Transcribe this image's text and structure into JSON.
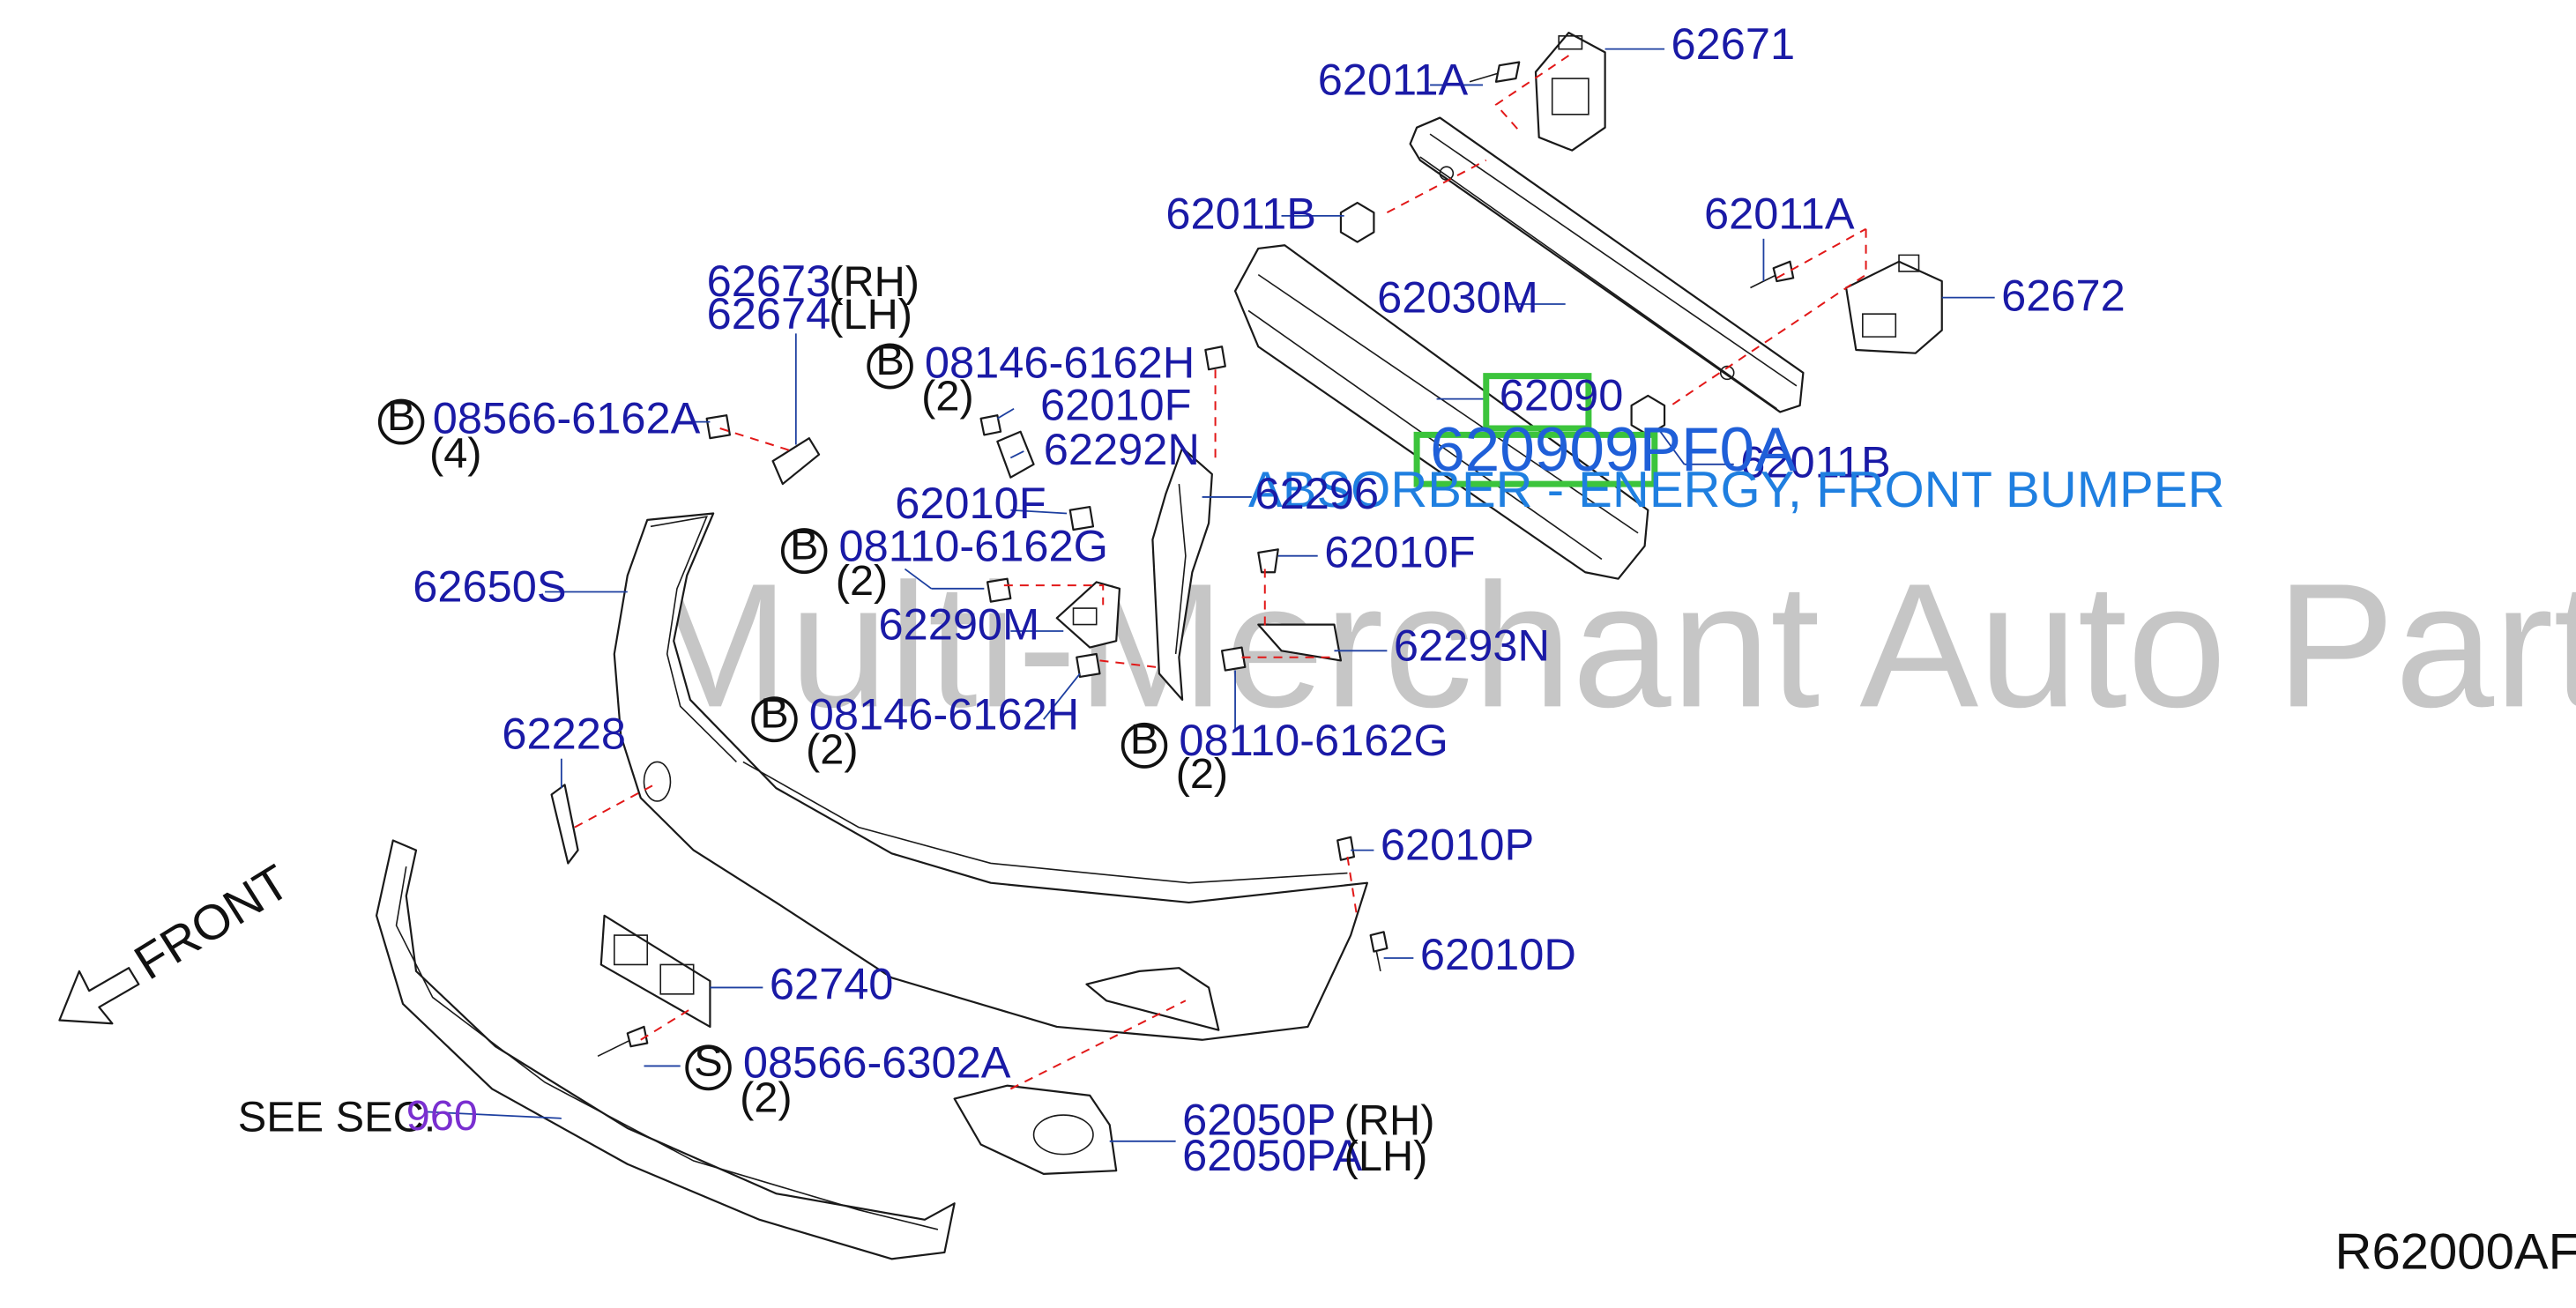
{
  "watermark": "Multi-Merchant Auto Partstore",
  "diagram_id": "R62000AF",
  "front_label": "FRONT",
  "see_section": {
    "prefix": "SEE   SEC.",
    "section": "960"
  },
  "highlight": {
    "part": "62090",
    "full_number": "620909PF0A",
    "description": "ABSORBER - ENERGY, FRONT BUMPER"
  },
  "labels": {
    "p62671": "62671",
    "p62011A_top": "62011A",
    "p62011B_left": "62011B",
    "p62011A_right": "62011A",
    "p62672": "62672",
    "p62030M": "62030M",
    "p62090": "62090",
    "p62011B_right": "62011B",
    "p62673": "62673",
    "p62673_side": "(RH)",
    "p62674": "62674",
    "p62674_side": "(LH)",
    "p08146_top": "08146-6162H",
    "p08146_top_qty": "(2)",
    "p62010F_a": "62010F",
    "p62292N": "62292N",
    "p08566A": "08566-6162A",
    "p08566A_qty": "(4)",
    "p62010F_b": "62010F",
    "p62296": "62296",
    "p08110_top": "08110-6162G",
    "p08110_top_qty": "(2)",
    "p62010F_c": "62010F",
    "p62650S": "62650S",
    "p62290M": "62290M",
    "p62293N": "62293N",
    "p08146_bot": "08146-6162H",
    "p08146_bot_qty": "(2)",
    "p08110_bot": "08110-6162G",
    "p08110_bot_qty": "(2)",
    "p62228": "62228",
    "p62010P": "62010P",
    "p62010D": "62010D",
    "p62740": "62740",
    "p08566S": "08566-6302A",
    "p08566S_qty": "(2)",
    "p62050P": "62050P",
    "p62050P_side": "(RH)",
    "p62050PA": "62050PA",
    "p62050PA_side": "(LH)"
  },
  "badges": {
    "b1": "B",
    "b2": "B",
    "b3": "B",
    "b4": "B",
    "b5": "B",
    "s1": "S"
  }
}
